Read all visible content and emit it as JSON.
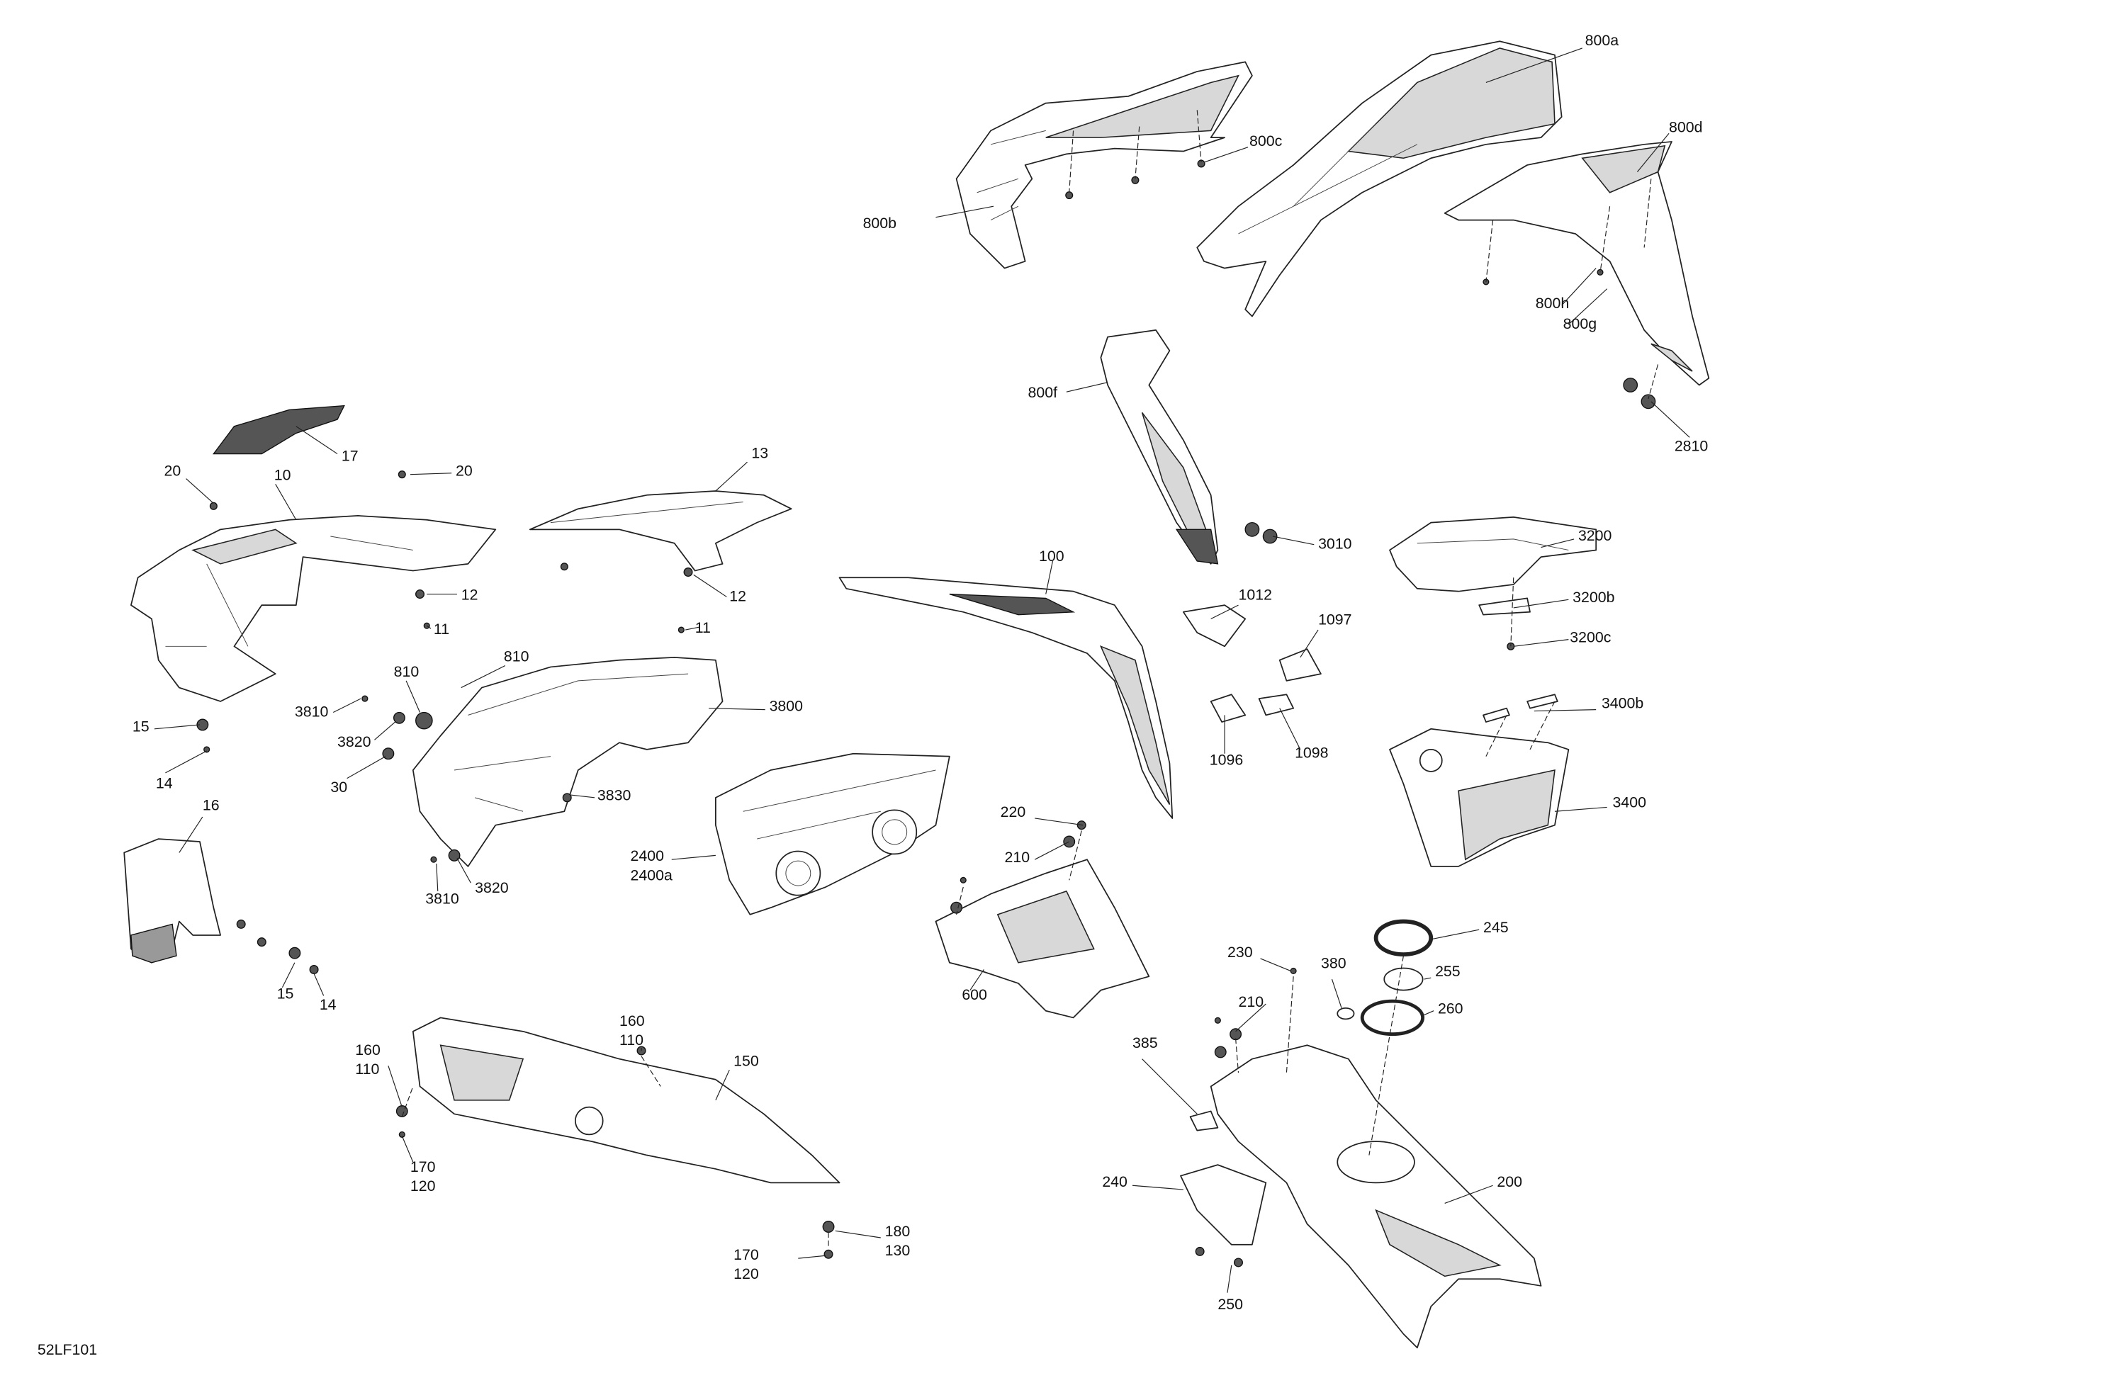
{
  "diagram_id": "52LF101",
  "labels": {
    "p800a": "800a",
    "p800b": "800b",
    "p800c": "800c",
    "p800d": "800d",
    "p800f": "800f",
    "p800g": "800g",
    "p800h": "800h",
    "p2810": "2810",
    "p17": "17",
    "p13": "13",
    "p20": "20",
    "p10": "10",
    "p12": "12",
    "p11": "11",
    "p100": "100",
    "p3010": "3010",
    "p3200": "3200",
    "p3200b": "3200b",
    "p3200c": "3200c",
    "p1012": "1012",
    "p1097": "1097",
    "p1096": "1096",
    "p1098": "1098",
    "p3800": "3800",
    "p810": "810",
    "p3810": "3810",
    "p3820": "3820",
    "p30": "30",
    "p3830": "3830",
    "p15": "15",
    "p14": "14",
    "p16": "16",
    "p3400": "3400",
    "p3400b": "3400b",
    "p2400": "2400",
    "p2400a": "2400a",
    "p220": "220",
    "p210": "210",
    "p600": "600",
    "p245": "245",
    "p255": "255",
    "p260": "260",
    "p230": "230",
    "p380": "380",
    "p160": "160",
    "p110": "110",
    "p150": "150",
    "p170": "170",
    "p120": "120",
    "p385": "385",
    "p240": "240",
    "p200": "200",
    "p180": "180",
    "p130": "130",
    "p250": "250"
  }
}
